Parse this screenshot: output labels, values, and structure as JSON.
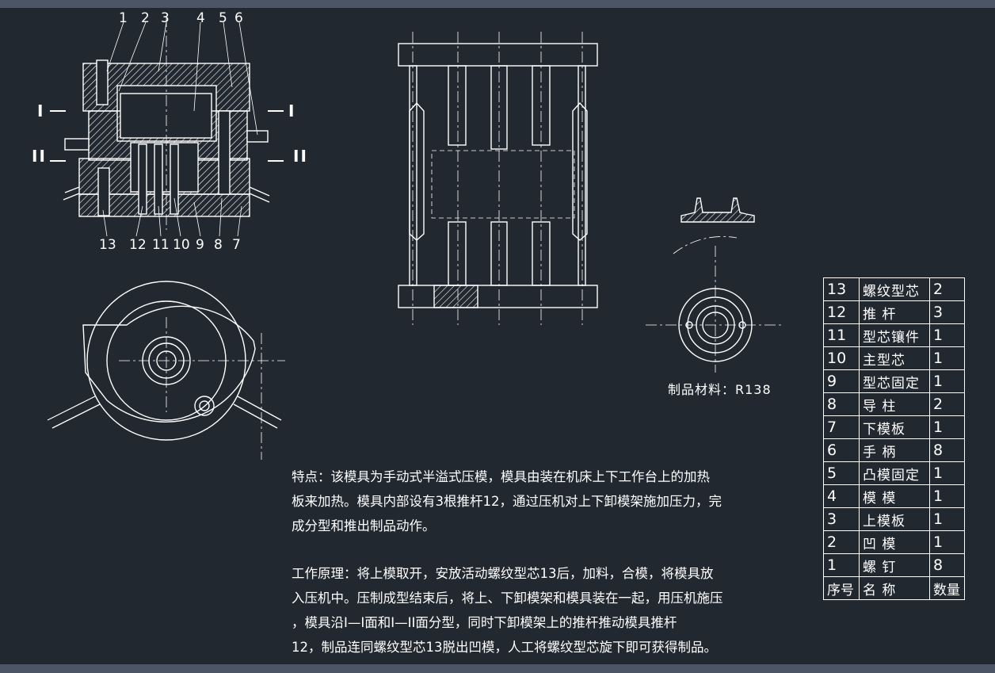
{
  "callouts_top": [
    "1",
    "2",
    "3",
    "4",
    "5",
    "6"
  ],
  "callouts_bottom": [
    "13",
    "12",
    "11",
    "10",
    "9",
    "8",
    "7"
  ],
  "section_marks": [
    "I",
    "I",
    "II",
    "II"
  ],
  "material_label": "制品材料：R138",
  "notes": {
    "features": [
      "特点：该模具为手动式半溢式压模，模具由装在机床上下工作台上的加热",
      "板来加热。模具内部设有3根推杆12，通过压机对上下卸模架施加压力，完",
      "成分型和推出制品动作。"
    ],
    "principle": [
      "工作原理：将上模取开，安放活动螺纹型芯13后，加料，合模，将模具放",
      "入压机中。压制成型结束后，将上、下卸模架和模具装在一起，用压机施压",
      "，模具沿I—I面和I—II面分型，同时下卸模架上的推杆推动模具推杆",
      "12，制品连同螺纹型芯13脱出凹模，人工将螺纹型芯旋下即可获得制品。"
    ]
  },
  "parts_table": {
    "rows": [
      {
        "no": "13",
        "name": "螺纹型芯",
        "qty": "2"
      },
      {
        "no": "12",
        "name": "推 杆",
        "qty": "3"
      },
      {
        "no": "11",
        "name": "型芯镶件",
        "qty": "1"
      },
      {
        "no": "10",
        "name": "主型芯",
        "qty": "1"
      },
      {
        "no": "9",
        "name": "型芯固定",
        "qty": "1"
      },
      {
        "no": "8",
        "name": "导 柱",
        "qty": "2"
      },
      {
        "no": "7",
        "name": "下模板",
        "qty": "1"
      },
      {
        "no": "6",
        "name": "手 柄",
        "qty": "8"
      },
      {
        "no": "5",
        "name": "凸模固定",
        "qty": "1"
      },
      {
        "no": "4",
        "name": "模 模",
        "qty": "1"
      },
      {
        "no": "3",
        "name": "上模板",
        "qty": "1"
      },
      {
        "no": "2",
        "name": "凹 模",
        "qty": "1"
      },
      {
        "no": "1",
        "name": "螺 钉",
        "qty": "8"
      }
    ],
    "header": {
      "no": "序号",
      "name": "名 称",
      "qty": "数量"
    }
  },
  "colors": {
    "background": "#212830",
    "lines": "#ffffff",
    "bars": "#4b5563"
  }
}
